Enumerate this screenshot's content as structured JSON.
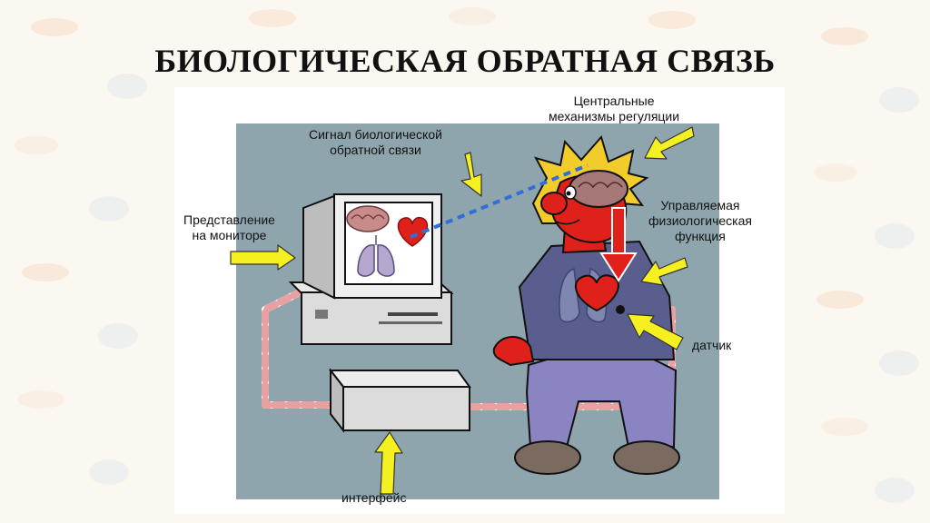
{
  "title": "БИОЛОГИЧЕСКАЯ ОБРАТНАЯ СВЯЗЬ",
  "labels": {
    "central_line1": "Центральные",
    "central_line2": "механизмы регуляции",
    "signal_line1": "Сигнал биологической",
    "signal_line2": "обратной связи",
    "monitor_line1": "Представление",
    "monitor_line2": "на мониторе",
    "function_line1": "Управляемая",
    "function_line2": "физиологическая",
    "function_line3": "функция",
    "sensor": "датчик",
    "interface": "интерфейс"
  },
  "colors": {
    "scene_background": "#8fa5ad",
    "arrow_yellow": "#f5f020",
    "body_red": "#e0201a",
    "shirt_blue": "#5a5e8e",
    "hair_yellow": "#f2cc2a",
    "cable_pink": "#e8a0a0",
    "device_gray": "#d8d8d8",
    "signal_blue": "#2f6fd6"
  },
  "icons": [
    "brain-icon",
    "heart-icon",
    "lungs-icon"
  ]
}
